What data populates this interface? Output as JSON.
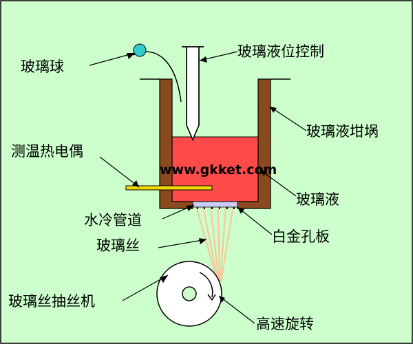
{
  "labels": {
    "glass_ball": "玻璃球",
    "level_control": "玻璃液位控制",
    "crucible": "玻璃液坩埚",
    "thermocouple": "测温热电偶",
    "glass_liquid": "玻璃液",
    "water_cooling": "水冷管道",
    "bushing": "白金孔板",
    "glass_fiber": "玻璃丝",
    "drawing_machine": "玻璃丝抽丝机",
    "high_speed_rotation": "高速旋转"
  },
  "watermark": "www.gkket.com",
  "colors": {
    "background": "#ccffcc",
    "border": "#000000",
    "crucible": "#8b4a1e",
    "glass_liquid": "#ff4a4a",
    "glass_ball": "#33cccc",
    "thermocouple": "#f0d800",
    "bushing": "#ccccff",
    "fiber": "#f6c89a",
    "machine": "#ffffff"
  }
}
